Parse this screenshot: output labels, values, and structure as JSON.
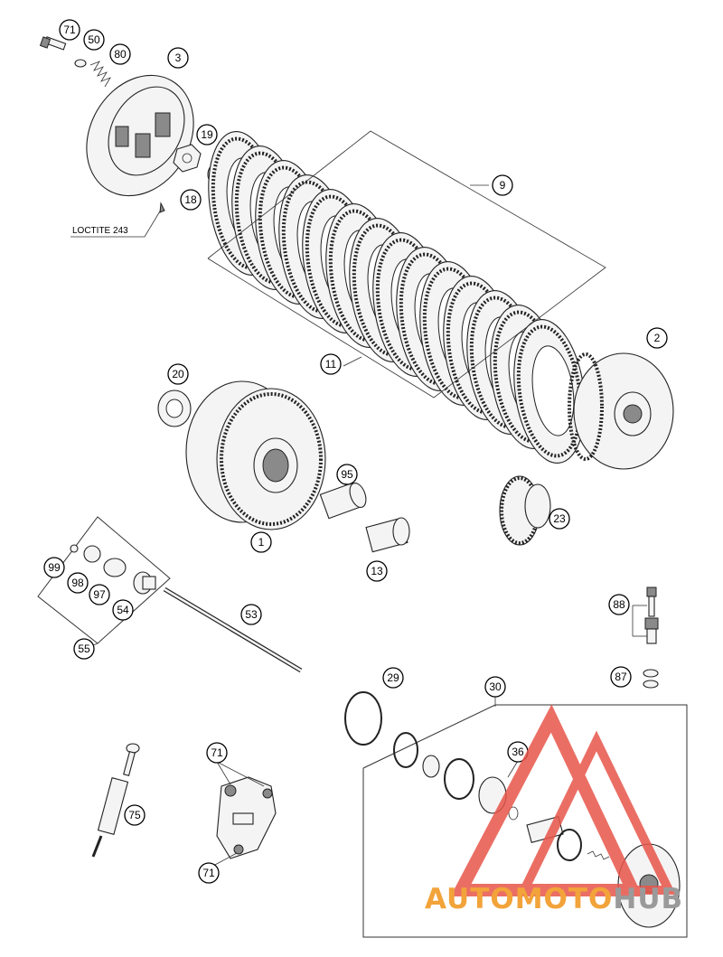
{
  "callouts": [
    {
      "id": "c71a",
      "label": "71"
    },
    {
      "id": "c50",
      "label": "50"
    },
    {
      "id": "c80",
      "label": "80"
    },
    {
      "id": "c3",
      "label": "3"
    },
    {
      "id": "c19",
      "label": "19"
    },
    {
      "id": "c18",
      "label": "18"
    },
    {
      "id": "c9",
      "label": "9"
    },
    {
      "id": "c11",
      "label": "11"
    },
    {
      "id": "c2",
      "label": "2"
    },
    {
      "id": "c20",
      "label": "20"
    },
    {
      "id": "c95",
      "label": "95"
    },
    {
      "id": "c1",
      "label": "1"
    },
    {
      "id": "c23",
      "label": "23"
    },
    {
      "id": "c13",
      "label": "13"
    },
    {
      "id": "c99",
      "label": "99"
    },
    {
      "id": "c98",
      "label": "98"
    },
    {
      "id": "c97",
      "label": "97"
    },
    {
      "id": "c54",
      "label": "54"
    },
    {
      "id": "c55",
      "label": "55"
    },
    {
      "id": "c53",
      "label": "53"
    },
    {
      "id": "c88",
      "label": "88"
    },
    {
      "id": "c87",
      "label": "87"
    },
    {
      "id": "c29",
      "label": "29"
    },
    {
      "id": "c30",
      "label": "30"
    },
    {
      "id": "c36",
      "label": "36"
    },
    {
      "id": "c71b",
      "label": "71"
    },
    {
      "id": "c71c",
      "label": "71"
    },
    {
      "id": "c75",
      "label": "75"
    }
  ],
  "note": "LOCTITE 243",
  "watermark": {
    "part1": "AUTOMOTO",
    "part2": "HUB",
    "color1": "#f2a33a",
    "color2": "#9a9a9a",
    "logo_color": "#e8554a"
  }
}
